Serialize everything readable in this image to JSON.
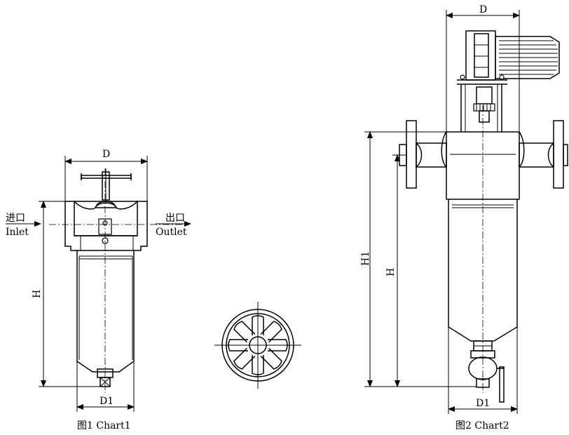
{
  "figure1": {
    "label_D": "D",
    "label_H": "H",
    "label_D1": "D1",
    "inlet_cn": "进口",
    "inlet_en": "Inlet",
    "outlet_cn": "出口",
    "outlet_en": "Outlet",
    "caption": "图1  Chart1"
  },
  "figure2": {
    "label_D": "D",
    "label_H1": "H1",
    "label_H": "H",
    "label_D1": "D1",
    "caption": "图2  Chart2"
  }
}
